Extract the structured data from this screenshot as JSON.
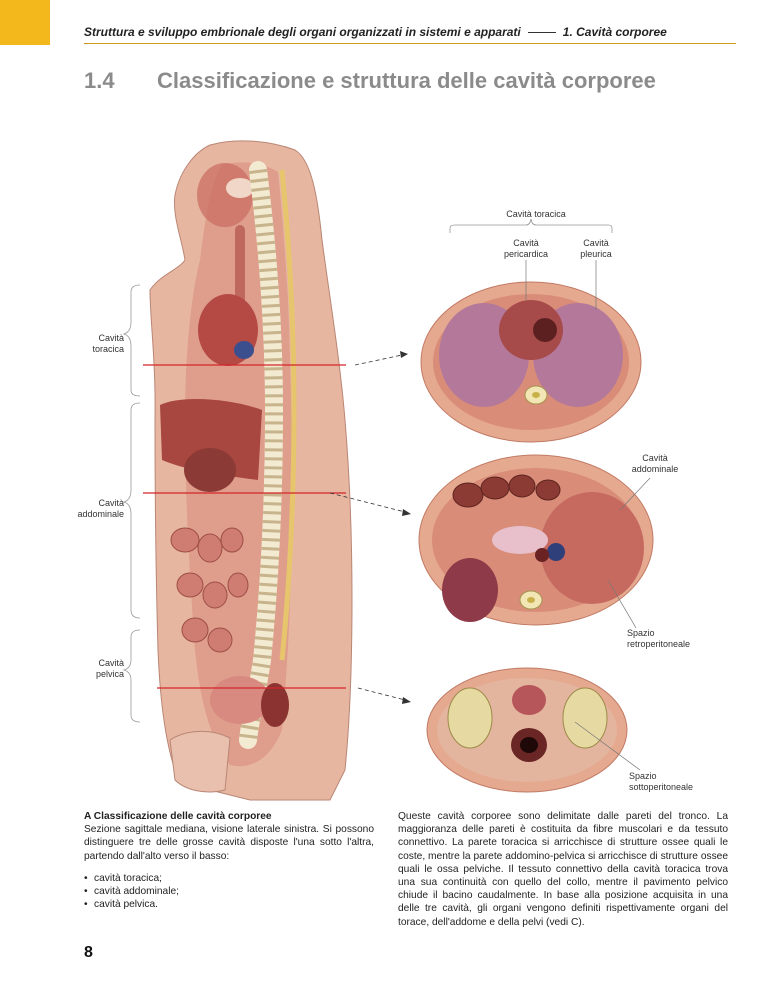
{
  "header": {
    "running_title": "Struttura e sviluppo embrionale degli organi organizzati in sistemi e apparati",
    "chapter_title": "1. Cavità corporee"
  },
  "section": {
    "number": "1.4",
    "title": "Classificazione e struttura delle cavità corporee"
  },
  "figure": {
    "labels": {
      "cavita_toracica_top": "Cavità toracica",
      "cavita_pericardica": "Cavità\npericardica",
      "cavita_pleurica": "Cavità\npleurica",
      "cavita_toracica_left": "Cavità\ntoracica",
      "cavita_addominale_right": "Cavità\naddominale",
      "cavita_addominale_left": "Cavità\naddominale",
      "spazio_retroperitoneale": "Spazio\nretroperitoneale",
      "cavita_pelvica_left": "Cavità\npelvica",
      "spazio_sottoperitoneale": "Spazio\nsottoperitoneale"
    }
  },
  "caption": {
    "title": "A  Classificazione delle cavità corporee",
    "text": "Sezione sagittale mediana, visione laterale sinistra. Si possono distinguere tre delle grosse cavità disposte l'una sotto l'altra, partendo dall'alto verso il basso:",
    "items": [
      "cavità toracica;",
      "cavità addominale;",
      "cavità pelvica."
    ]
  },
  "body_text": "Queste cavità corporee sono delimitate dalle pareti del tronco. La maggioranza delle pareti è costituita da fibre muscolari e da tessuto connettivo. La parete toracica si arricchisce di strutture ossee quali le coste, mentre la parete addomino-pelvica si arricchisce di strutture ossee quali le ossa pelviche. Il tessuto connettivo della cavità toracica trova una sua continuità con quello del collo, mentre il pavimento pelvico chiude il bacino caudalmente. In base alla posizione acquisita in una delle tre cavità, gli organi vengono definiti rispettivamente organi del torace, dell'addome e della pelvi (vedi C).",
  "page_number": "8",
  "colors": {
    "accent_yellow": "#f2b81c",
    "section_gray": "#8b8b8b",
    "section_line_red": "#d4252b"
  }
}
